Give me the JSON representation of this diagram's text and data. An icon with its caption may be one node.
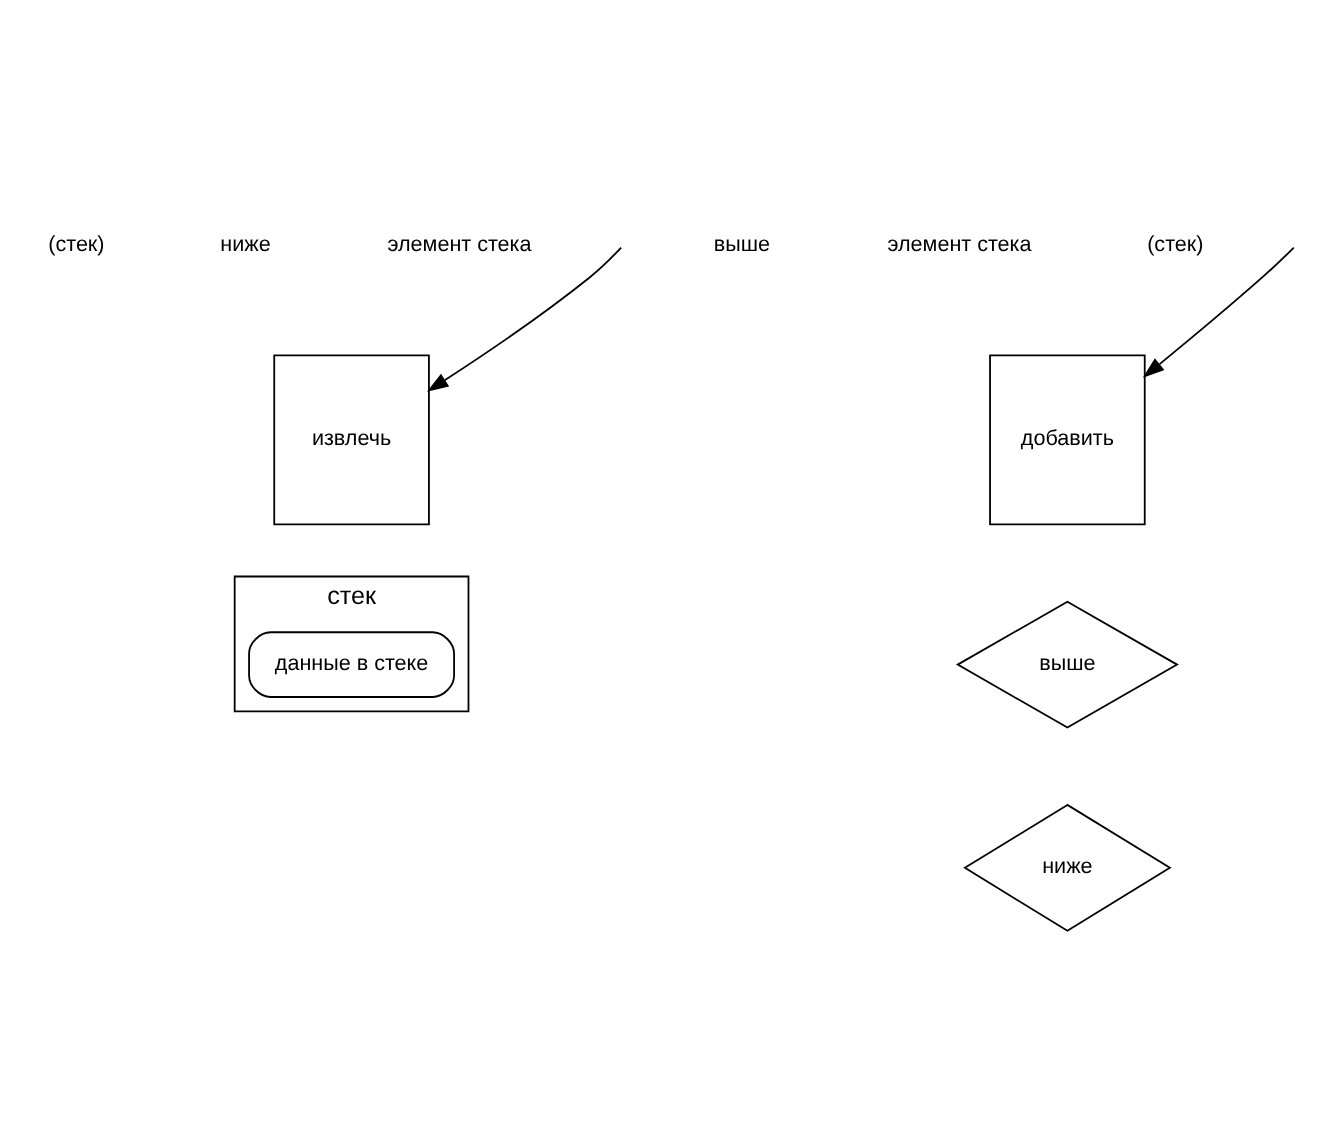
{
  "diagram": {
    "nodes": [
      {
        "text": [
          "стек"
        ]
      },
      {
        "text": [
          "добавить"
        ]
      },
      {
        "text": [
          "извлечь"
        ]
      },
      {
        "text": [
          "выше"
        ]
      },
      {
        "text": [
          "ниже"
        ]
      },
      {
        "text": [
          "данные в стеке"
        ],
        "in": 0
      }
    ],
    "edges": [
      {
        "from": null,
        "to": 1,
        "arrow": "to"
      },
      {
        "from": null,
        "to": 2,
        "arrow": "to"
      }
    ],
    "labels": [
      "выше",
      "элемент стека",
      "(стек)",
      "(стек)",
      "ниже",
      "элемент стека"
    ]
  }
}
